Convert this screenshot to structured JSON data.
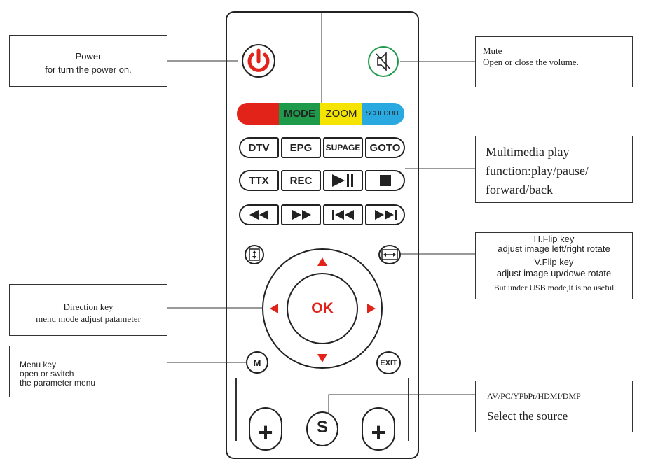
{
  "callouts": {
    "power": {
      "title": "Power",
      "desc": "for turn the power on."
    },
    "mute": {
      "title": "Mute",
      "desc": "Open or close the volume."
    },
    "multimedia": {
      "line1": "Multimedia play",
      "line2": "function:play/pause/",
      "line3": "forward/back"
    },
    "flip": {
      "line1": "H.Flip key",
      "line2": "adjust image left/right rotate",
      "line3": "V.Flip key",
      "line4": "adjust image up/dowe rotate",
      "line5": "But under USB mode,it is no useful"
    },
    "direction": {
      "title": "Direction key",
      "desc": "menu mode  adjust patameter"
    },
    "menu": {
      "line1": "Menu key",
      "line2": "open or switch",
      "line3": "the parameter menu"
    },
    "source": {
      "line1": "AV/PC/YPbPr/HDMI/DMP",
      "line2": "Select the source"
    }
  },
  "remote": {
    "color_keys": {
      "red": "",
      "mode": "MODE",
      "zoom": "ZOOM",
      "schedule": "SCHEDULE"
    },
    "row1": [
      "DTV",
      "EPG",
      "SUPAGE",
      "GOTO"
    ],
    "row2": [
      "TTX",
      "REC"
    ],
    "ok": "OK",
    "menu": "M",
    "exit": "EXIT",
    "source": "S",
    "plus": "+"
  },
  "colors": {
    "power_red": "#e2231a",
    "mute_green": "#1f9a4a",
    "arrow_red": "#e2231a",
    "key_red": "#e2231a",
    "key_green": "#1f9a4a",
    "key_yellow": "#f4e400",
    "key_blue": "#2aa9e0"
  },
  "icons": [
    "power-icon",
    "mute-icon",
    "play-pause-icon",
    "stop-icon",
    "rewind-icon",
    "fast-forward-icon",
    "previous-icon",
    "next-icon",
    "v-flip-icon",
    "h-flip-icon",
    "arrow-up-icon",
    "arrow-down-icon",
    "arrow-left-icon",
    "arrow-right-icon"
  ]
}
